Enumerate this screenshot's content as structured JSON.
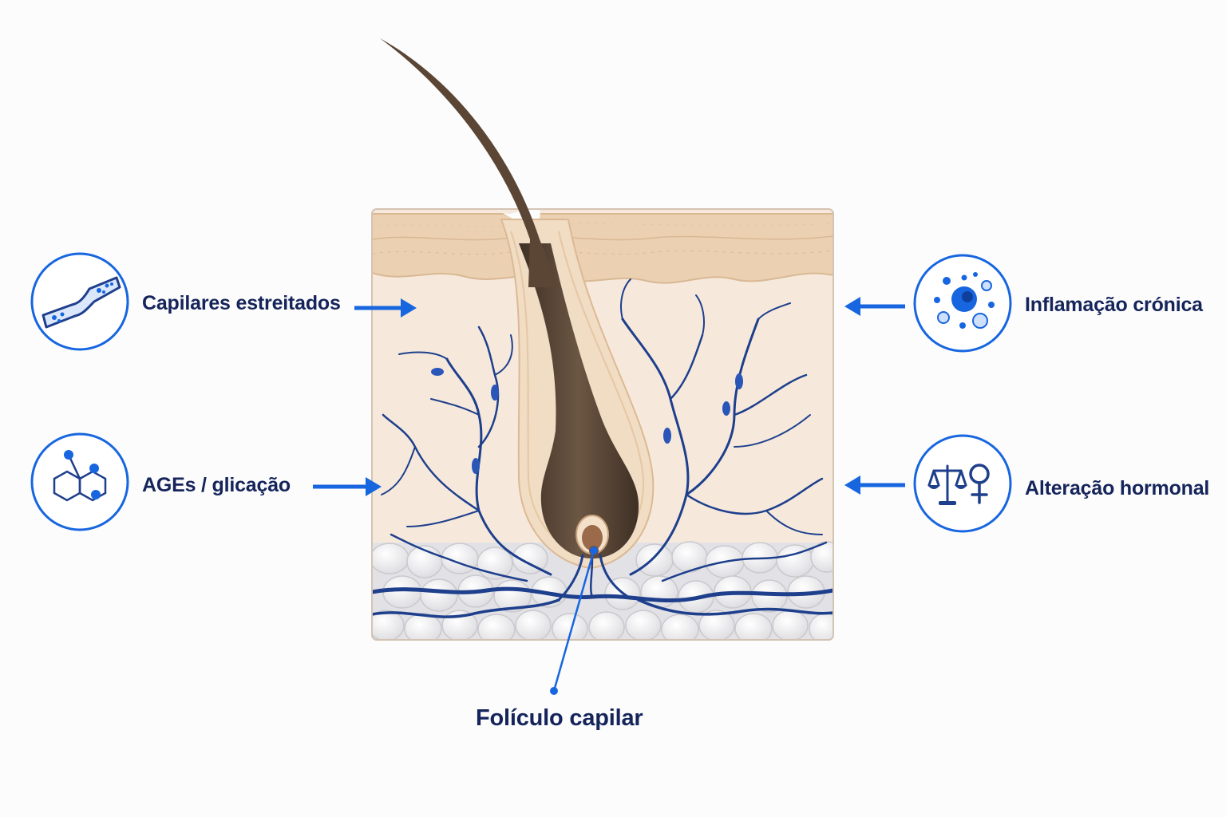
{
  "factors": {
    "capillaries": "Capilares estreitados",
    "ages": "AGEs / glicação",
    "inflammation": "Inflamação crónica",
    "hormonal": "Alteração hormonal"
  },
  "follicle_label": "Folículo capilar",
  "icons": {
    "capillaries": "narrowed-capillary-icon",
    "ages": "molecule-icon",
    "inflammation": "inflammatory-cells-icon",
    "hormonal": "scale-and-female-symbol-icon"
  },
  "colors": {
    "accent_blue": "#1766e0",
    "vessel_navy": "#1e3f8c",
    "text_navy": "#15245a",
    "dermis": "#f6e9dc",
    "epidermis": "#ecd2b2",
    "hair": "#5b4635",
    "fat": "#e7e7ea"
  }
}
